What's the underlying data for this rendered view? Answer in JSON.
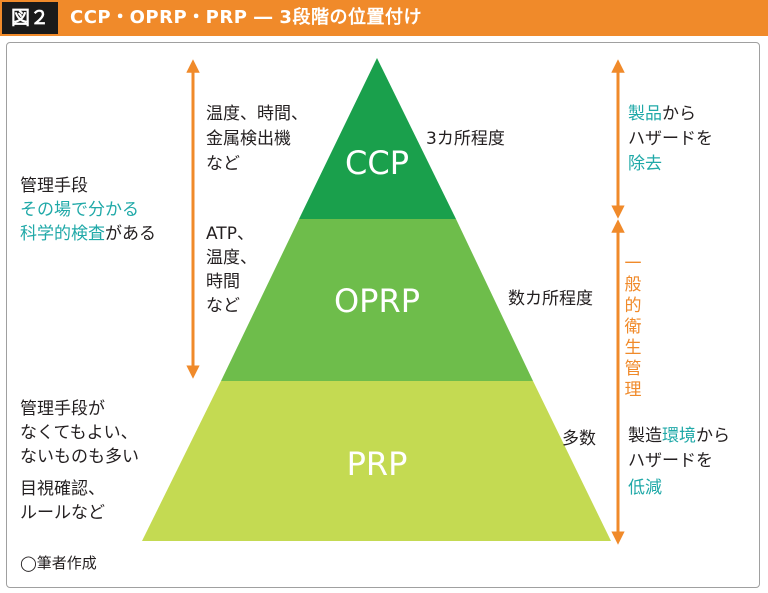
{
  "header": {
    "figure_no": "図２",
    "title": "CCP・OPRP・PRP ― 3段階の位置付け"
  },
  "pyramid": {
    "ccp": {
      "label": "CCP",
      "count": "3カ所程度",
      "color": "#1aa04c"
    },
    "oprp": {
      "label": "OPRP",
      "count": "数カ所程度",
      "color": "#6ebd4b"
    },
    "prp": {
      "label": "PRP",
      "count": "多数",
      "color": "#c4da52"
    }
  },
  "left": {
    "management_line1": "管理手段",
    "management_line2": "その場で分かる",
    "management_line3_teal": "科学的検査",
    "management_line3_rest": "がある",
    "ccp_examples": [
      "温度、時間、",
      "金属検出機",
      "など"
    ],
    "oprp_examples": [
      "ATP、",
      "温度、",
      "時間",
      "など"
    ],
    "prp_management": [
      "管理手段が",
      "なくてもよい、",
      "ないものも多い"
    ],
    "prp_examples": [
      "目視確認、",
      "ルールなど"
    ]
  },
  "right": {
    "ccp_line1_teal": "製品",
    "ccp_line1_rest": "から",
    "ccp_line2": "ハザードを",
    "ccp_line3_teal": "除去",
    "general_hygiene": [
      "一",
      "般",
      "的",
      "衛",
      "生",
      "管",
      "理"
    ],
    "prp_line1_pre": "製造",
    "prp_line1_teal": "環境",
    "prp_line1_rest": "から",
    "prp_line2": "ハザードを",
    "prp_line3_teal": "低減"
  },
  "credit": "◯筆者作成",
  "colors": {
    "accent": "#f08a2a",
    "teal": "#20a9a8",
    "frame": "#a0a0a0"
  }
}
